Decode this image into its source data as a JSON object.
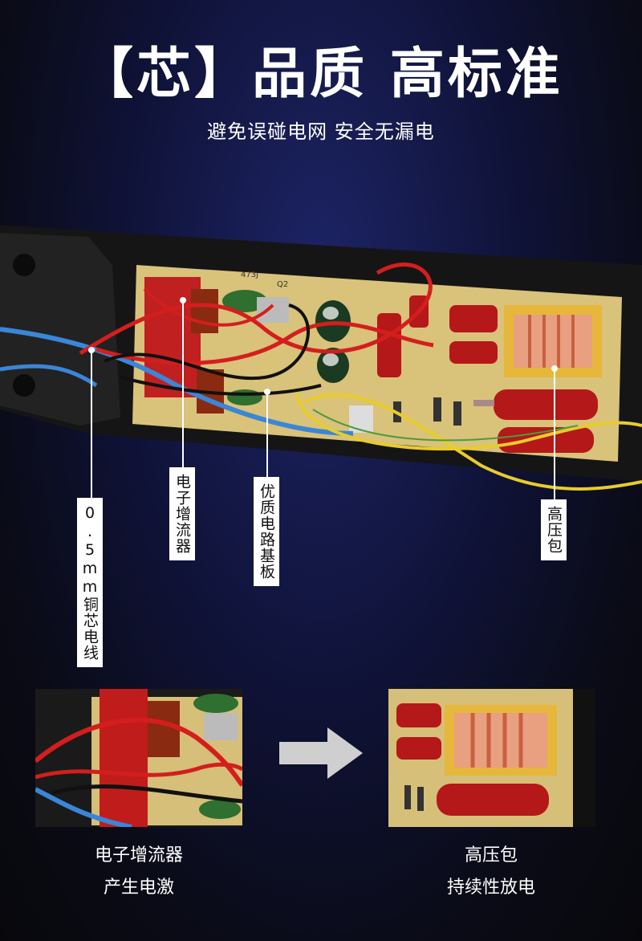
{
  "header": {
    "title": "【芯】品质 高标准",
    "subtitle": "避免误碰电网 安全无漏电"
  },
  "callouts": {
    "copper_wire": "0.5mm铜芯电线",
    "current_booster": "电子增流器",
    "circuit_board": "优质电路基板",
    "high_voltage_coil": "高压包"
  },
  "board_labels": {
    "cap_label": "473J",
    "q_label": "Q2"
  },
  "bottom": {
    "left_caption_line1": "电子增流器",
    "left_caption_line2": "产生电激",
    "right_caption_line1": "高压包",
    "right_caption_line2": "持续性放电"
  }
}
